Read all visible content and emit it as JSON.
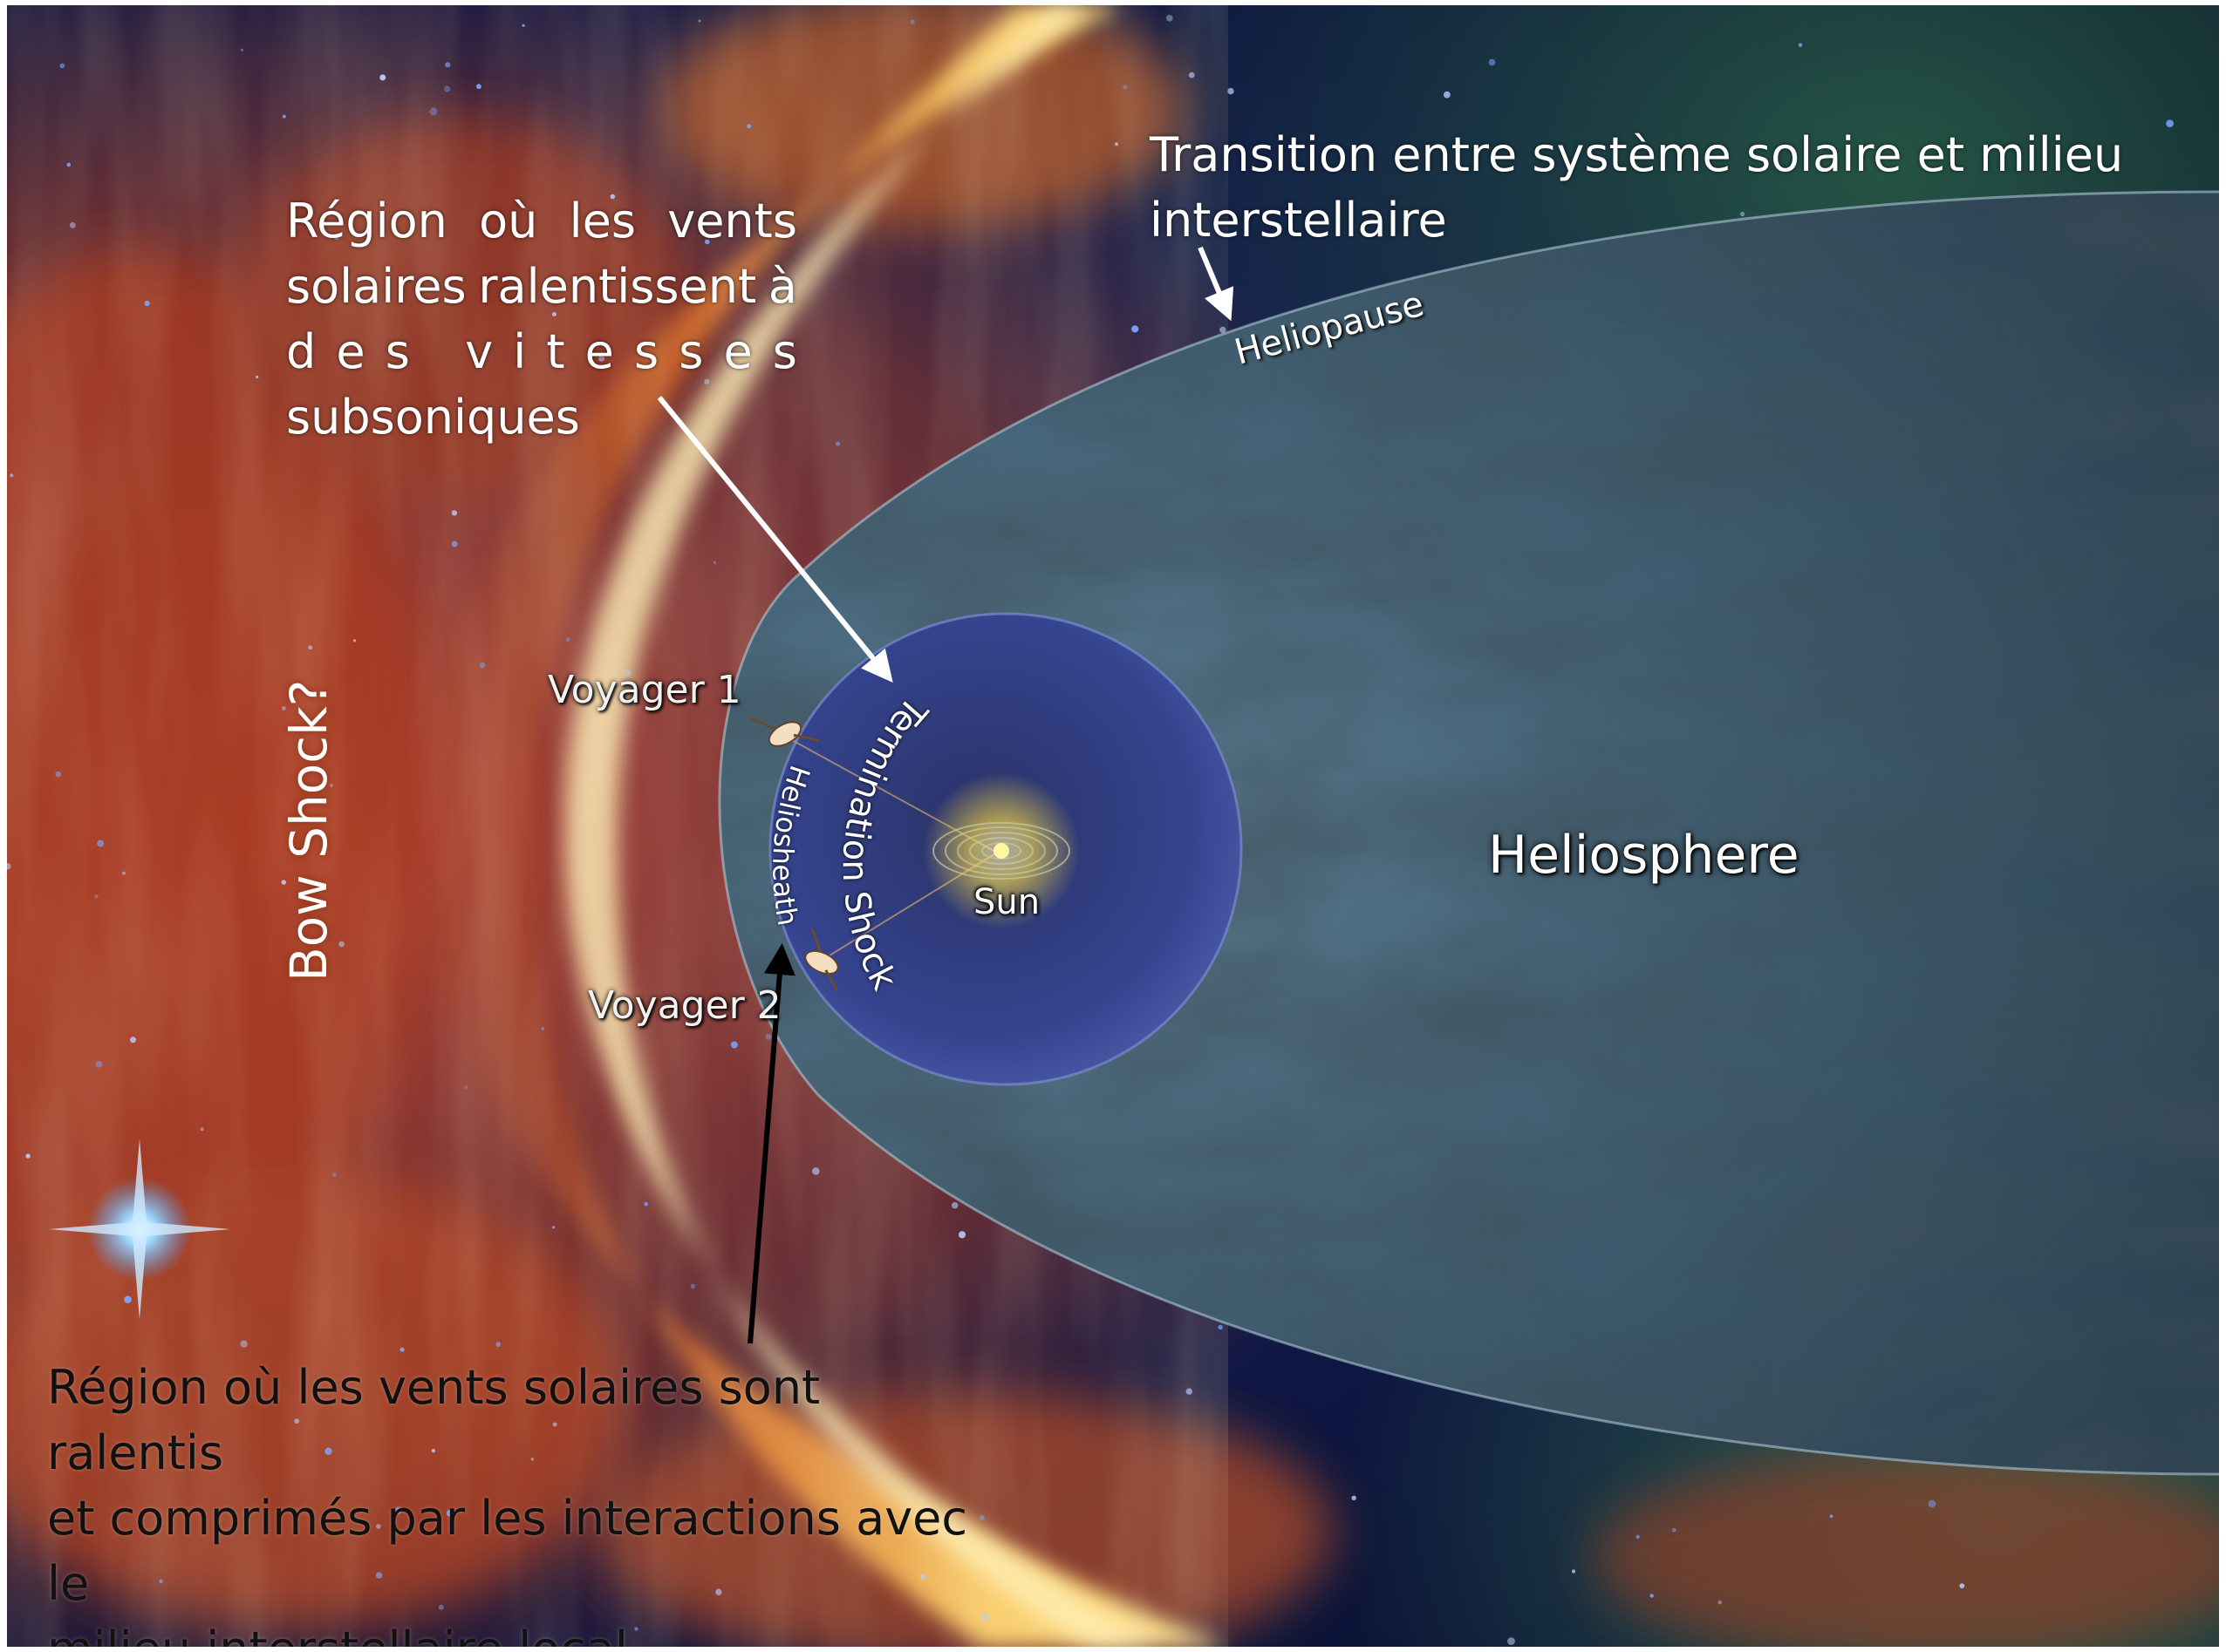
{
  "callouts": {
    "termination_region": {
      "line1": [
        "Région",
        "où",
        "les",
        "vents"
      ],
      "line2": [
        "solaires",
        "ralentissent",
        "à"
      ],
      "line3": "des vitesses",
      "line4": "subsoniques"
    },
    "heliopause_transition": {
      "line1": "Transition entre système solaire et milieu",
      "line2": "interstellaire"
    },
    "heliosheath_region": {
      "line1": "Région où les vents solaires sont ralentis",
      "line2": "et comprimés par les interactions avec le",
      "line3": "milieu interstellaire local."
    }
  },
  "diagram_labels": {
    "heliopause": "Heliopause",
    "heliosphere": "Heliosphere",
    "bow_shock": "Bow Shock?",
    "termination_shock": "Termination Shock",
    "heliosheath": "Heliosheath",
    "sun": "Sun",
    "voyager1": "Voyager 1",
    "voyager2": "Voyager 2"
  },
  "colors": {
    "background_space": "#0c1438",
    "bow_shock_glow": "#f0a040",
    "heliosphere_fill": "#4a6b80",
    "termination_sphere": "#2d3c8c",
    "sun": "#ffe14a",
    "arrow_white": "#ffffff",
    "arrow_black": "#000000"
  }
}
